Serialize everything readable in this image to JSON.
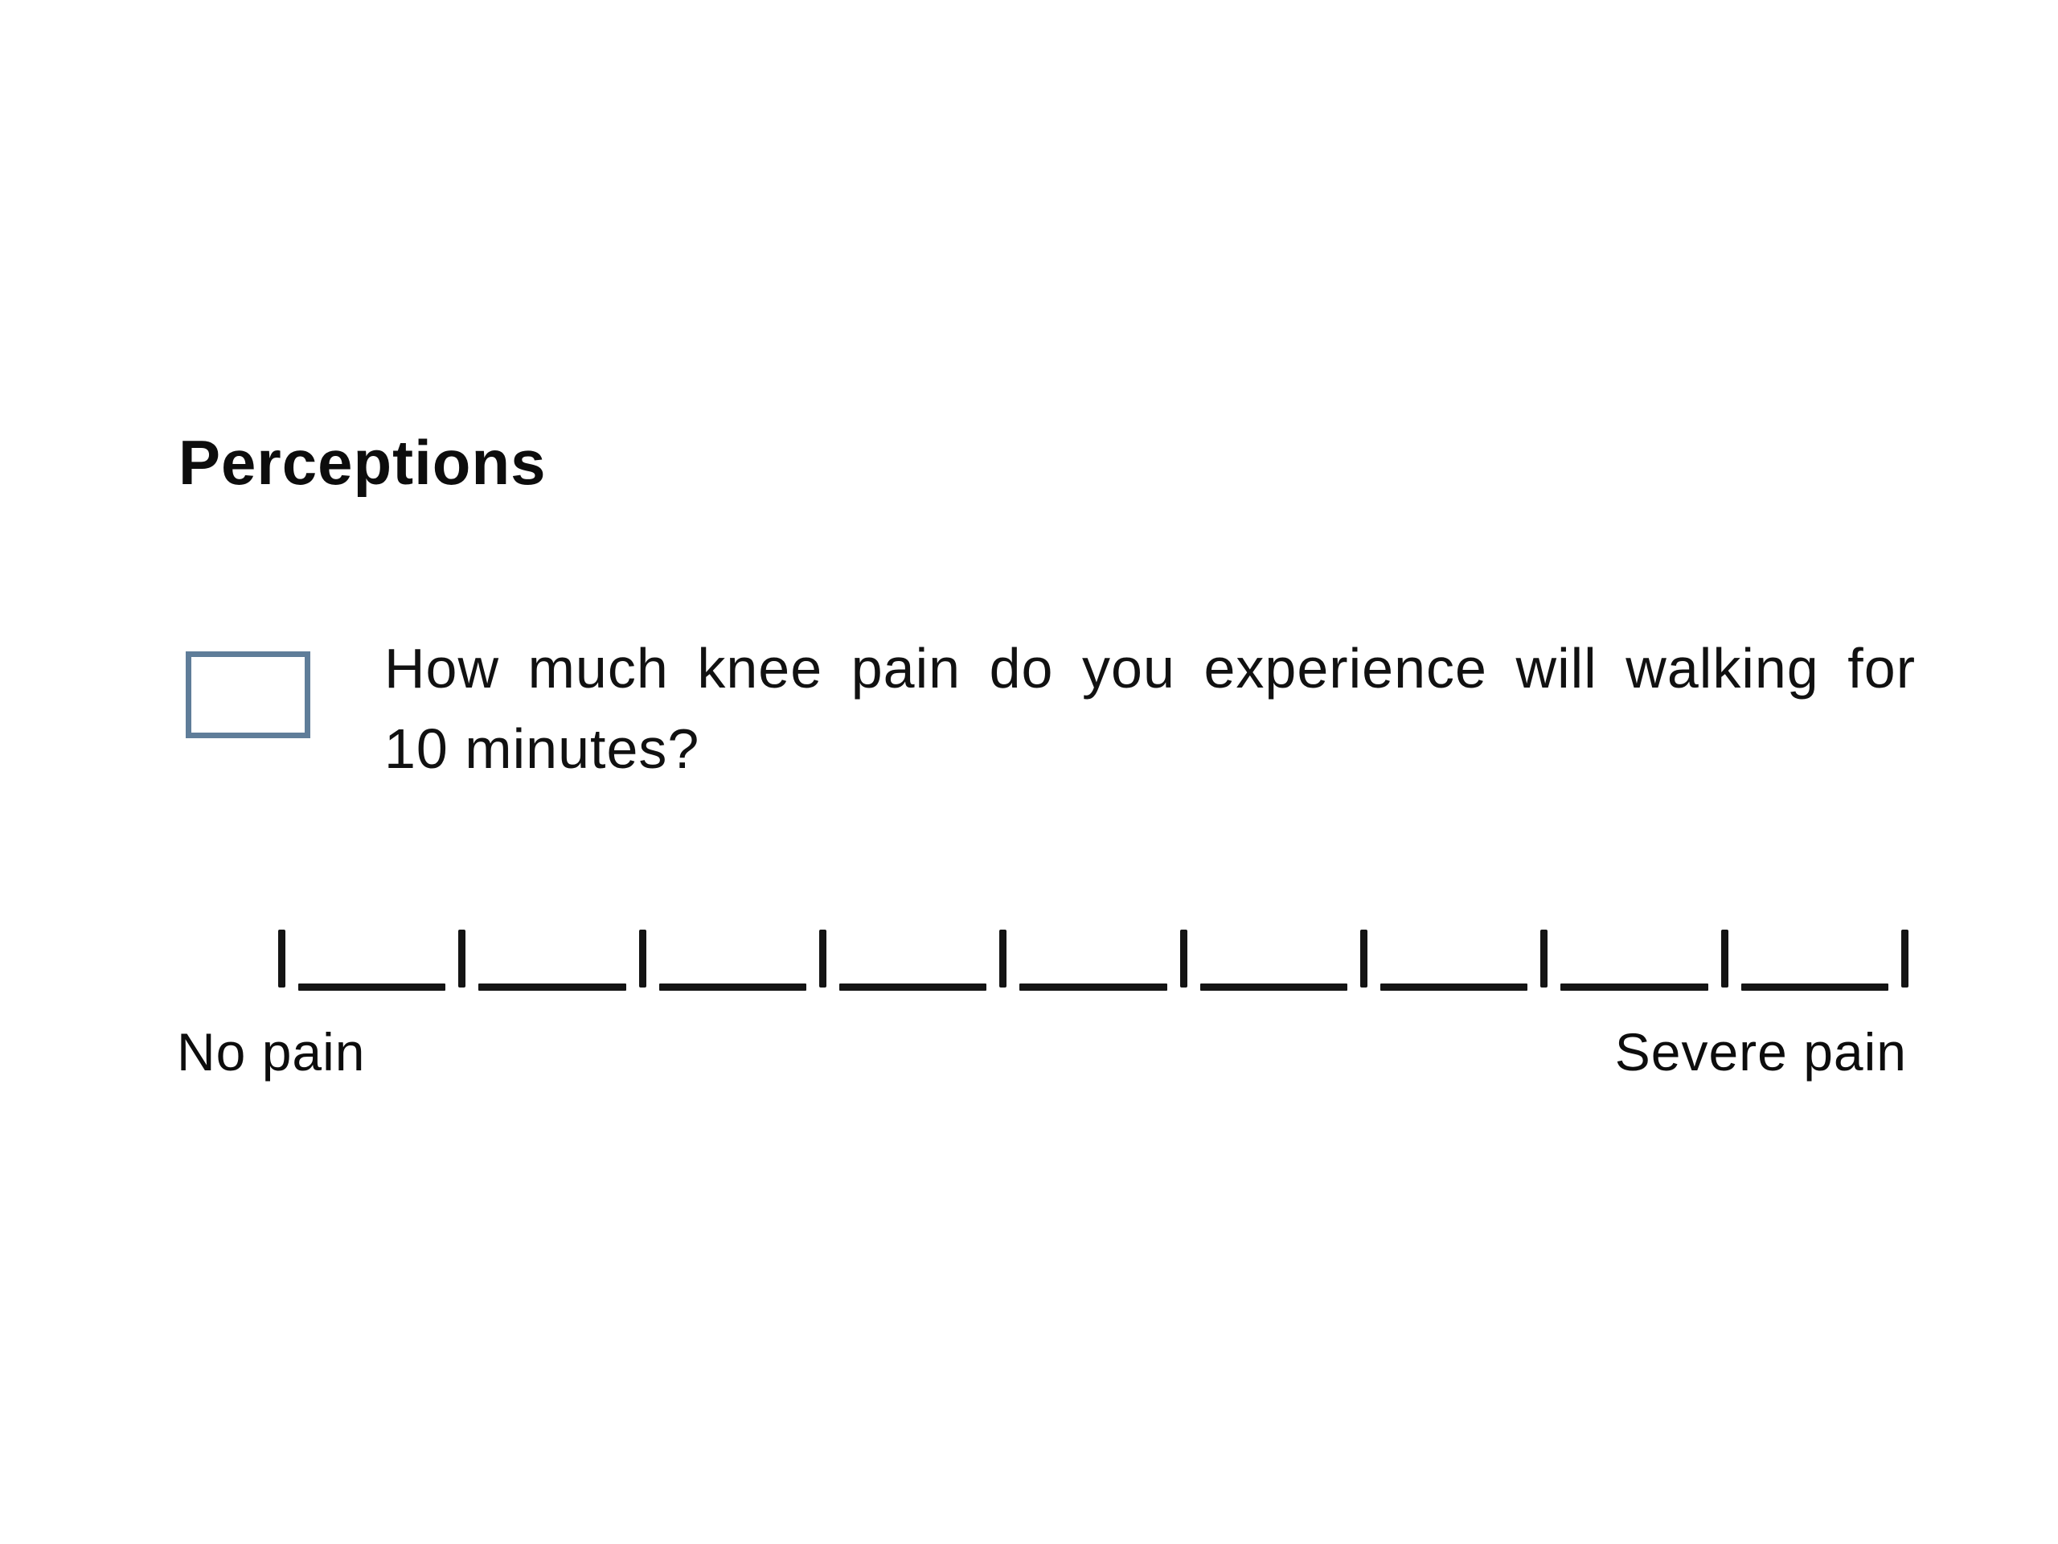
{
  "heading": {
    "text": "Perceptions"
  },
  "question": {
    "full_text": "How much knee pain do you experience will walking for 10 minutes?",
    "lines": {
      "0": "How much knee pain do you experience will walking for",
      "1": "10 minutes?"
    },
    "checkbox": {
      "checked": false
    }
  },
  "scale": {
    "type": "visual-analog-scale",
    "ticks": 10,
    "segments": 9,
    "left_label": "No pain",
    "right_label": "Severe pain",
    "selected_value": null
  },
  "colors": {
    "background": "#ffffff",
    "text": "#111111",
    "checkbox_border": "#5f7d99",
    "scale_mark": "#141414"
  }
}
